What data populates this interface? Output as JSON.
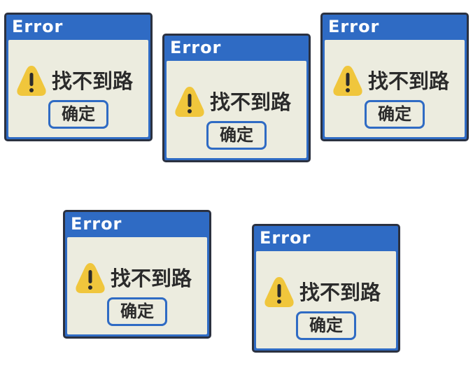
{
  "colors": {
    "titlebar": "#2f6bc4",
    "body": "#ececdf",
    "outline": "#2b3140",
    "warning": "#f0c63c"
  },
  "dialogs": [
    {
      "title": "Error",
      "message": "找不到路",
      "button": "确定",
      "icon": "warning-icon"
    },
    {
      "title": "Error",
      "message": "找不到路",
      "button": "确定",
      "icon": "warning-icon"
    },
    {
      "title": "Error",
      "message": "找不到路",
      "button": "确定",
      "icon": "warning-icon"
    },
    {
      "title": "Error",
      "message": "找不到路",
      "button": "确定",
      "icon": "warning-icon"
    },
    {
      "title": "Error",
      "message": "找不到路",
      "button": "确定",
      "icon": "warning-icon"
    }
  ]
}
